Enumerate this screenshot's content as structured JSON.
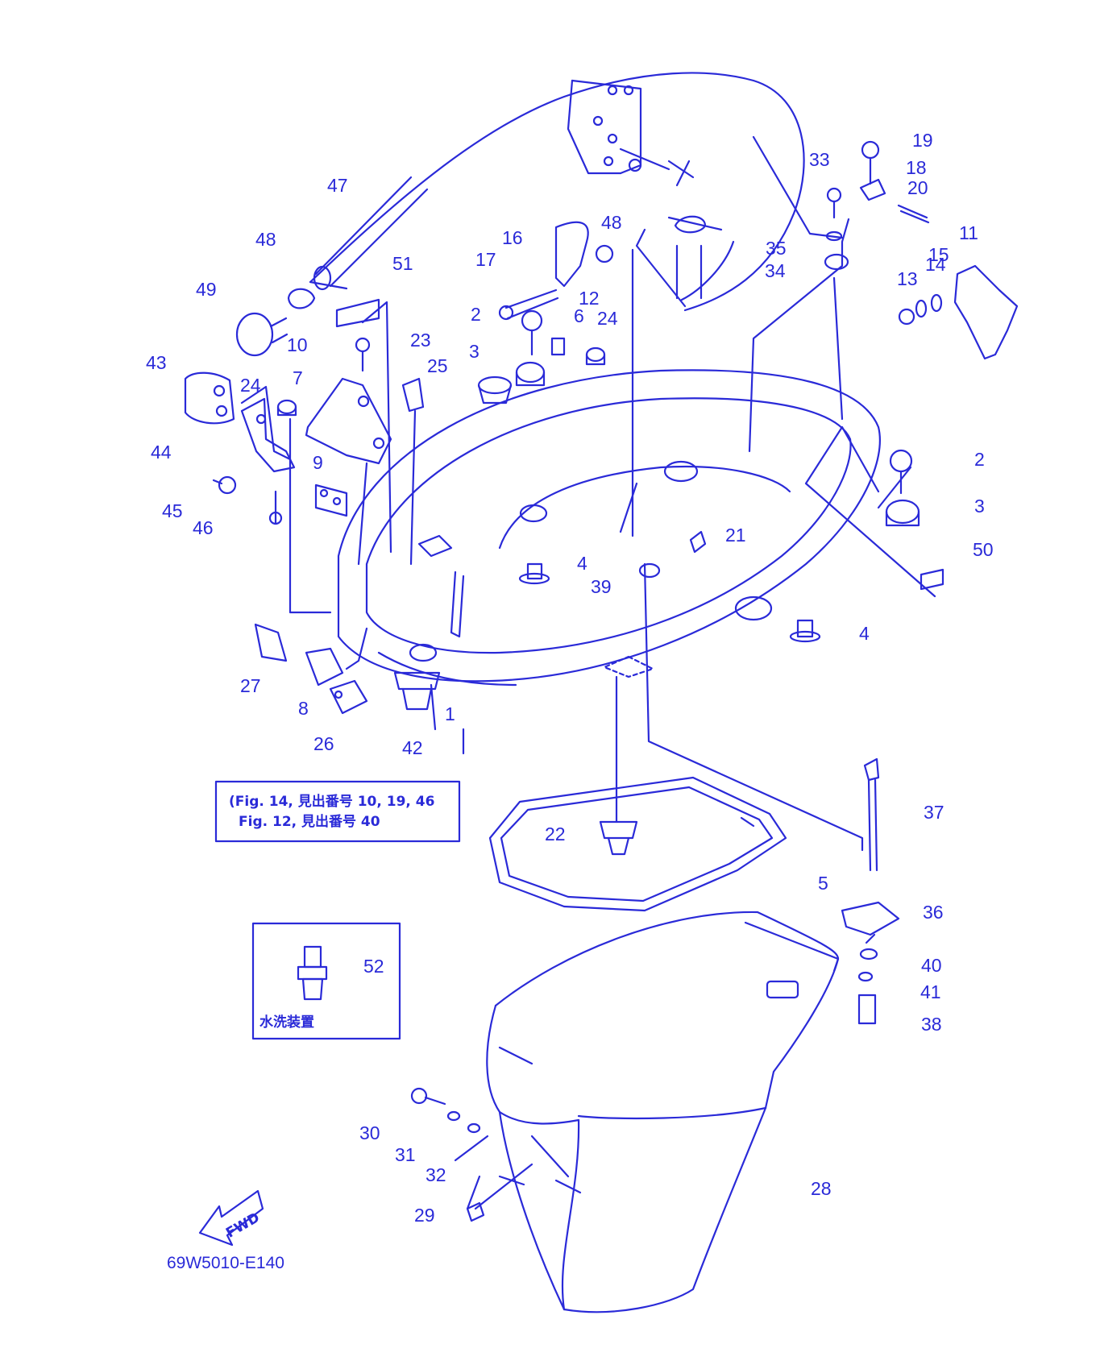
{
  "diagram": {
    "line_color": "#2a2ad8",
    "callouts": [
      "1",
      "2",
      "2",
      "3",
      "3",
      "4",
      "4",
      "5",
      "6",
      "7",
      "8",
      "9",
      "10",
      "11",
      "12",
      "13",
      "14",
      "15",
      "16",
      "17",
      "18",
      "19",
      "20",
      "21",
      "22",
      "23",
      "24",
      "24",
      "25",
      "26",
      "27",
      "28",
      "29",
      "30",
      "31",
      "32",
      "33",
      "34",
      "35",
      "36",
      "37",
      "38",
      "39",
      "40",
      "41",
      "42",
      "43",
      "44",
      "45",
      "46",
      "47",
      "48",
      "48",
      "49",
      "50",
      "51",
      "52"
    ],
    "reference_note": {
      "line1": "(Fig. 14, 見出番号 10, 19, 46",
      "line2": "Fig. 12, 見出番号 40"
    },
    "inset_caption": "水洗装置",
    "fwd_arrow": "FWD",
    "drawing_code": "69W5010-E140"
  }
}
